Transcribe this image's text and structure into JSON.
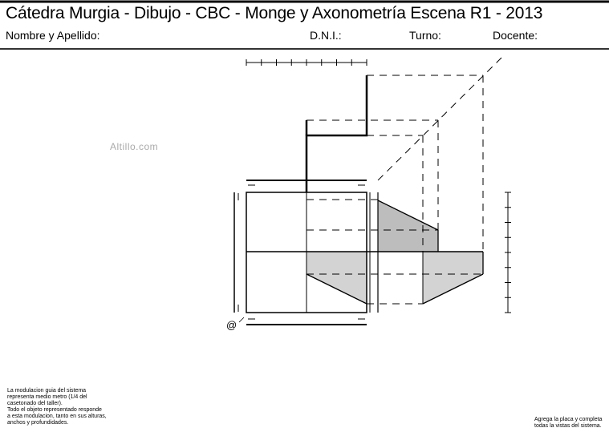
{
  "header": {
    "title": "Cátedra Murgia - Dibujo - CBC - Monge y Axonometría Escena R1 - 2013",
    "name_label": "Nombre y Apellido:",
    "dni_label": "D.N.I.:",
    "turno_label": "Turno:",
    "docente_label": "Docente:"
  },
  "watermark": "Altillo.com",
  "drawing": {
    "view_marker": "@"
  },
  "notes": {
    "left": [
      "La modulacion guia del sistema",
      "representa medio metro (1/4 del",
      "casetonado del taller).",
      "Todo el objeto representado responde",
      "a esta modulacion, tanto en sus alturas,",
      "anchos y profundidades."
    ],
    "right": [
      "Agrega la placa y completa",
      "todas la vistas del sistema."
    ]
  },
  "colors": {
    "shade_dark": "#bdbdbd",
    "shade_light": "#d3d3d3"
  }
}
